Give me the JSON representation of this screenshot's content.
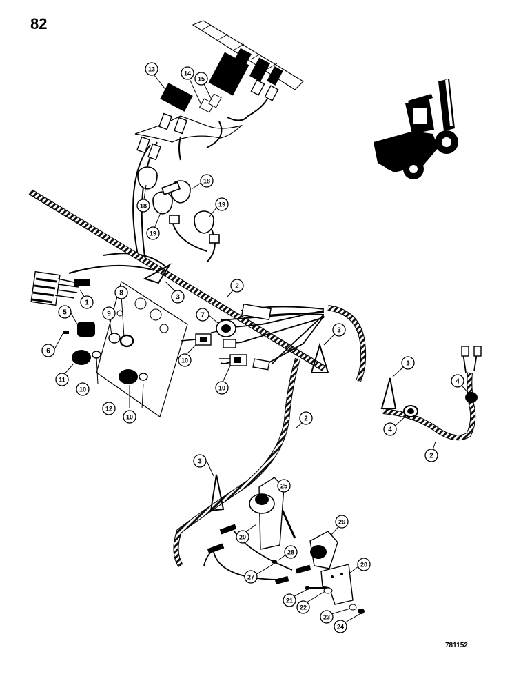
{
  "page_number": "82",
  "reference_code": "781152",
  "callouts": [
    {
      "id": "c1",
      "label": "1"
    },
    {
      "id": "c2a",
      "label": "2"
    },
    {
      "id": "c2b",
      "label": "2"
    },
    {
      "id": "c2c",
      "label": "2"
    },
    {
      "id": "c3a",
      "label": "3"
    },
    {
      "id": "c3b",
      "label": "3"
    },
    {
      "id": "c3c",
      "label": "3"
    },
    {
      "id": "c3d",
      "label": "3"
    },
    {
      "id": "c4a",
      "label": "4"
    },
    {
      "id": "c4b",
      "label": "4"
    },
    {
      "id": "c5",
      "label": "5"
    },
    {
      "id": "c6",
      "label": "6"
    },
    {
      "id": "c7",
      "label": "7"
    },
    {
      "id": "c8",
      "label": "8"
    },
    {
      "id": "c9",
      "label": "9"
    },
    {
      "id": "c10a",
      "label": "10"
    },
    {
      "id": "c10b",
      "label": "10"
    },
    {
      "id": "c10c",
      "label": "10"
    },
    {
      "id": "c10d",
      "label": "10"
    },
    {
      "id": "c11",
      "label": "11"
    },
    {
      "id": "c12",
      "label": "12"
    },
    {
      "id": "c13",
      "label": "13"
    },
    {
      "id": "c14",
      "label": "14"
    },
    {
      "id": "c15",
      "label": "15"
    },
    {
      "id": "c18a",
      "label": "18"
    },
    {
      "id": "c18b",
      "label": "18"
    },
    {
      "id": "c19a",
      "label": "19"
    },
    {
      "id": "c19b",
      "label": "19"
    },
    {
      "id": "c20a",
      "label": "20"
    },
    {
      "id": "c20b",
      "label": "20"
    },
    {
      "id": "c21",
      "label": "21"
    },
    {
      "id": "c22",
      "label": "22"
    },
    {
      "id": "c23",
      "label": "23"
    },
    {
      "id": "c24",
      "label": "24"
    },
    {
      "id": "c25",
      "label": "25"
    },
    {
      "id": "c26",
      "label": "26"
    },
    {
      "id": "c27",
      "label": "27"
    },
    {
      "id": "c28",
      "label": "28"
    }
  ]
}
